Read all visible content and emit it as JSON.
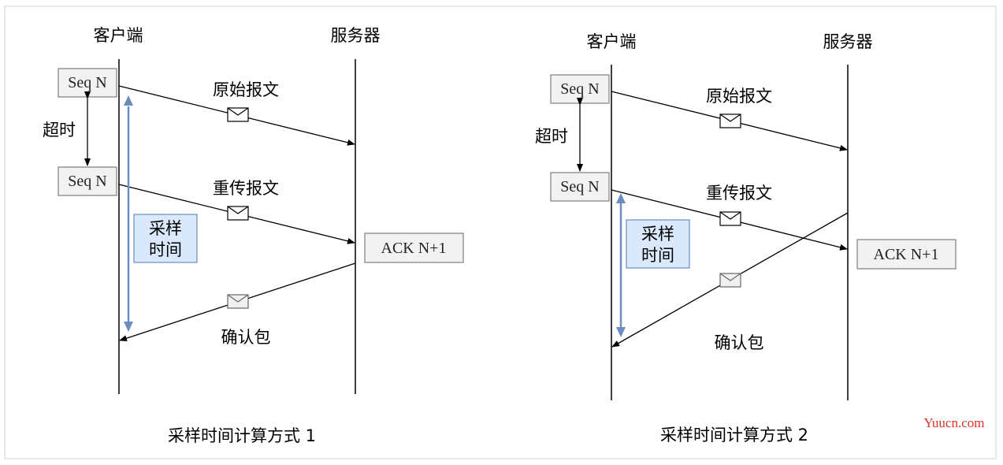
{
  "panels": [
    {
      "client_label": "客户端",
      "server_label": "服务器",
      "seq_box_1": "Seq N",
      "seq_box_2": "Seq N",
      "timeout_label": "超时",
      "original_msg_label": "原始报文",
      "retransmit_msg_label": "重传报文",
      "ack_box": "ACK N+1",
      "ack_msg_label": "确认包",
      "sample_time_line1": "采样",
      "sample_time_line2": "时间",
      "caption": "采样时间计算方式 1"
    },
    {
      "client_label": "客户端",
      "server_label": "服务器",
      "seq_box_1": "Seq N",
      "seq_box_2": "Seq N",
      "timeout_label": "超时",
      "original_msg_label": "原始报文",
      "retransmit_msg_label": "重传报文",
      "ack_box": "ACK N+1",
      "ack_msg_label": "确认包",
      "sample_time_line1": "采样",
      "sample_time_line2": "时间",
      "caption": "采样时间计算方式 2"
    }
  ],
  "watermark": "Yuucn.com",
  "colors": {
    "line": "#000000",
    "box_fill": "#f2f2f2",
    "box_stroke": "#7f7f7f",
    "sample_fill": "#dae8fc",
    "sample_stroke": "#6c8ebf",
    "sample_arrow": "#6c8ebf",
    "watermark": "#e0302a"
  },
  "icons": [
    "envelope-icon"
  ]
}
